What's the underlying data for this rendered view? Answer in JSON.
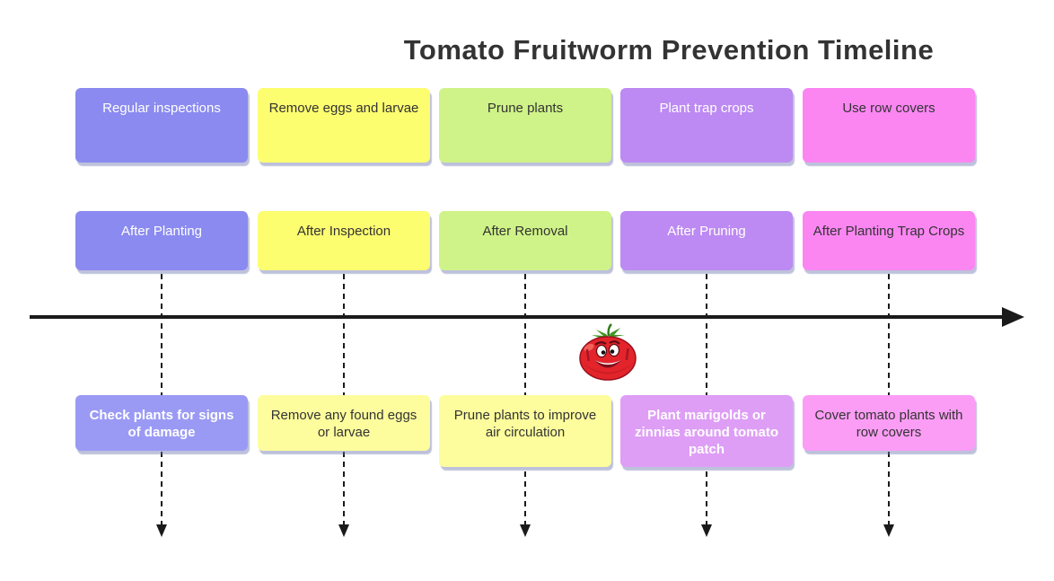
{
  "title": "Tomato Fruitworm Prevention Timeline",
  "timeline": {
    "axis_color": "#1a1a1a",
    "sections": [
      {
        "task": "Regular inspections",
        "period": "After Planting",
        "event": "Check plants for signs of damage",
        "section_color": "#8a8af0",
        "event_color": "#9a9af5",
        "section_text_color": "#ffffff",
        "event_text_color": "#ffffff"
      },
      {
        "task": "Remove eggs and larvae",
        "period": "After Inspection",
        "event": "Remove any found eggs or larvae",
        "section_color": "#fdfd70",
        "event_color": "#fdfd9d",
        "section_text_color": "#333333",
        "event_text_color": "#333333"
      },
      {
        "task": "Prune plants",
        "period": "After Removal",
        "event": "Prune plants to improve air circulation",
        "section_color": "#cff388",
        "event_color": "#fdfd9d",
        "section_text_color": "#333333",
        "event_text_color": "#333333"
      },
      {
        "task": "Plant trap crops",
        "period": "After Pruning",
        "event": "Plant marigolds or zinnias around tomato patch",
        "section_color": "#bc8af2",
        "event_color": "#de9ef5",
        "section_text_color": "#ffffff",
        "event_text_color": "#ffffff"
      },
      {
        "task": "Use row covers",
        "period": "After Planting Trap Crops",
        "event": "Cover tomato plants with row covers",
        "section_color": "#fb86f2",
        "event_color": "#fb9df5",
        "section_text_color": "#333333",
        "event_text_color": "#333333"
      }
    ]
  },
  "icons": {
    "mascot": "tomato-mascot-icon",
    "axis_arrow": "right-arrowhead-icon",
    "connector_arrow": "down-arrowhead-icon"
  }
}
